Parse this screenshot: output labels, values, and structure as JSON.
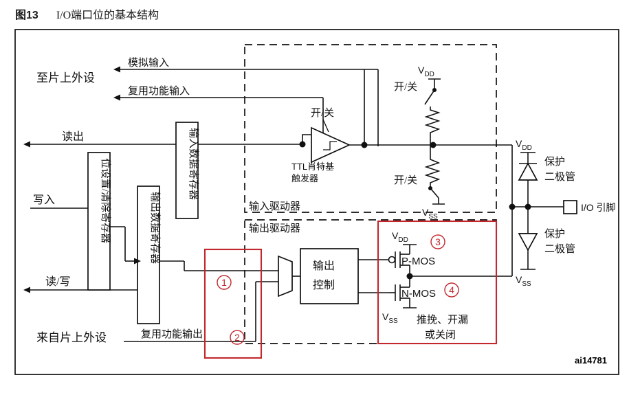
{
  "figure": {
    "number": "图13",
    "caption": "I/O端口位的基本结构",
    "watermark": "ai14781"
  },
  "labels": {
    "to_peripheral": "至片上外设",
    "from_peripheral": "来自片上外设",
    "analog_input": "模拟输入",
    "alt_func_input": "复用功能输入",
    "read": "读出",
    "write": "写入",
    "read_write": "读/写",
    "alt_func_output": "复用功能输出",
    "input_driver": "输入驱动器",
    "output_driver": "输出驱动器",
    "ttl_schmitt_line1": "TTL肖特基",
    "ttl_schmitt_line2": "触发器",
    "switch": "开/关",
    "io_pin": "I/O 引脚",
    "protect_line1": "保护",
    "protect_line2": "二极管",
    "push_pull_line1": "推挽、开漏",
    "push_pull_line2": "或关闭",
    "vdd": "V",
    "vdd_sub": "DD",
    "vss": "V",
    "vss_sub": "SS",
    "p_mos": "P-MOS",
    "n_mos": "N-MOS"
  },
  "registers": {
    "bit_set_clear": "位设置/清除寄存器",
    "output_data": "输出数据寄存器",
    "input_data": "输入数据寄存器",
    "output_control_line1": "输出",
    "output_control_line2": "控制"
  },
  "annotations": {
    "one": "①",
    "two": "②",
    "three": "③",
    "four": "④"
  },
  "colors": {
    "accent_red": "#c1272d",
    "line": "#111111",
    "background": "#ffffff"
  }
}
